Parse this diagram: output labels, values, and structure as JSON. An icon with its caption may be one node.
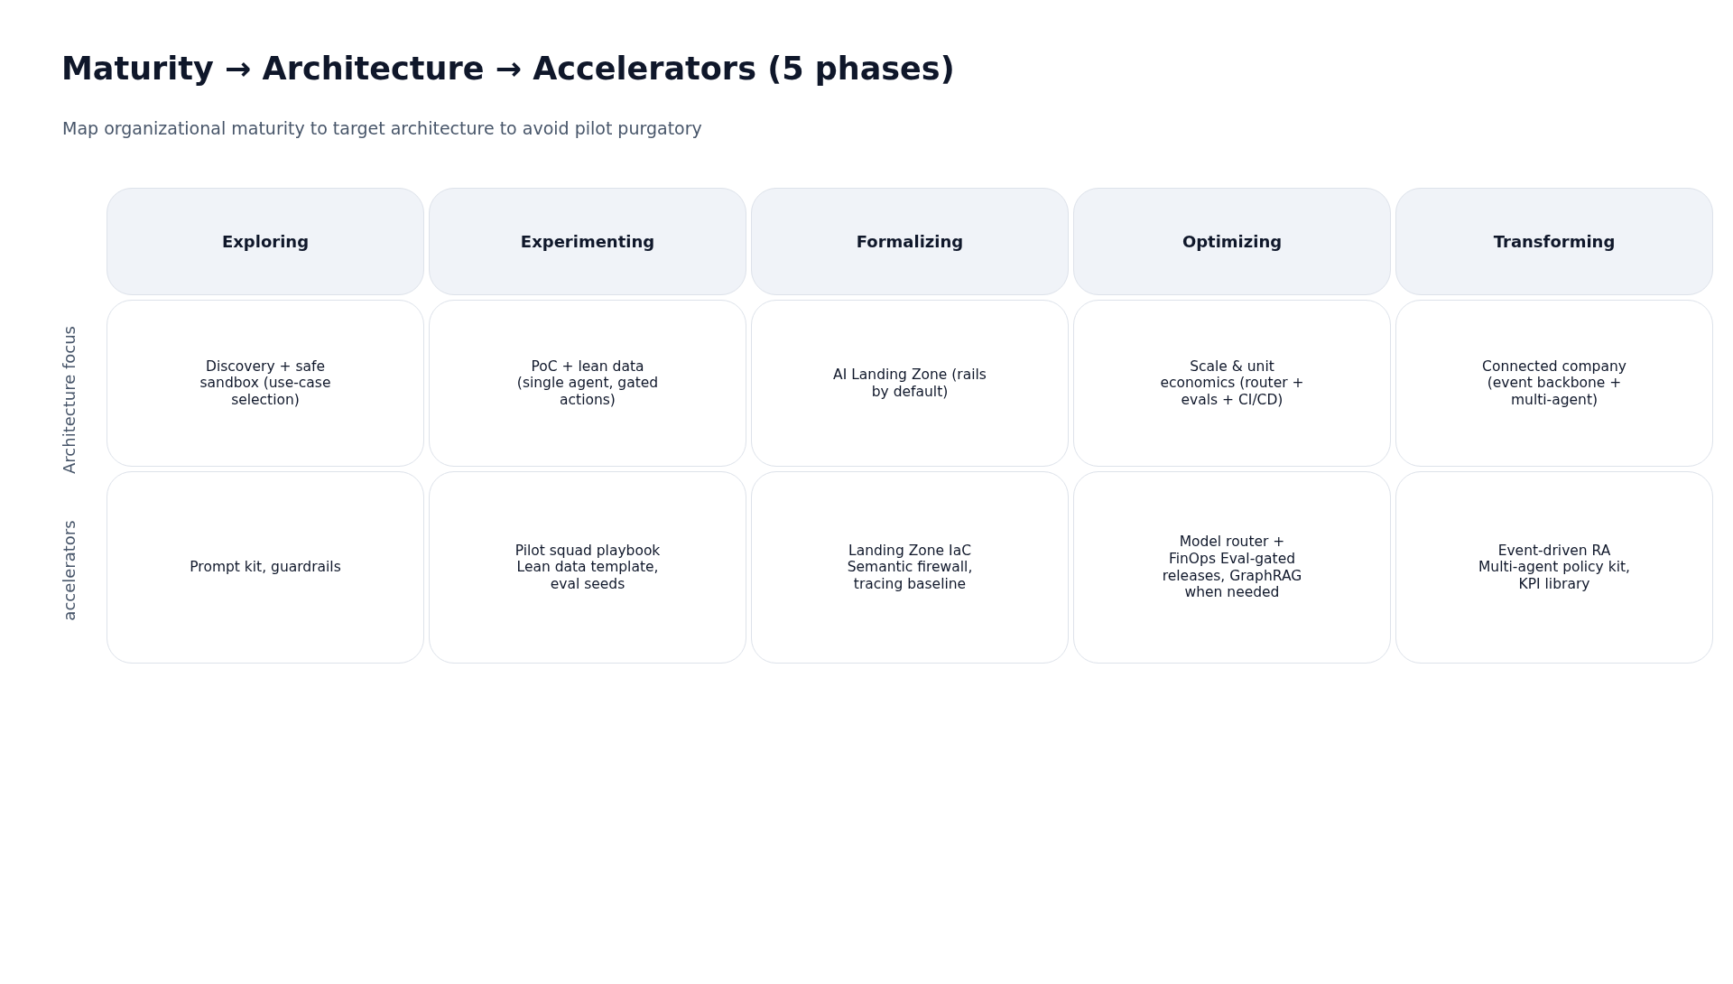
{
  "diagram": {
    "title": "Maturity → Architecture → Accelerators (5 phases)",
    "caption": "Map organizational maturity to target architecture to avoid pilot purgatory",
    "nodes": [
      {
        "text": [
          "Exploring"
        ]
      },
      {
        "text": [
          "Experimenting"
        ]
      },
      {
        "text": [
          "Formalizing"
        ]
      },
      {
        "text": [
          "Optimizing"
        ]
      },
      {
        "text": [
          "Transforming"
        ]
      },
      {
        "text": [
          "Discovery + safe sandbox (use-case selection)"
        ]
      },
      {
        "text": [
          "PoC + lean data (single agent, gated actions)"
        ]
      },
      {
        "text": [
          "AI Landing Zone (rails by default)"
        ]
      },
      {
        "text": [
          "Scale & unit economics (router + evals + CI/CD)"
        ]
      },
      {
        "text": [
          "Connected company (event backbone + multi-agent)"
        ]
      },
      {
        "text": [
          "Prompt kit, guardrails"
        ]
      },
      {
        "text": [
          "Pilot squad playbook Lean data template, eval seeds"
        ]
      },
      {
        "text": [
          "Landing Zone IaC Semantic firewall, tracing baseline"
        ]
      },
      {
        "text": [
          "Model router + FinOps Eval-gated releases, GraphRAG when needed"
        ]
      },
      {
        "text": [
          "Event-driven RA Multi-agent policy kit, KPI library"
        ]
      }
    ],
    "labels": [
      "Architecture focus",
      "accelerators"
    ]
  }
}
